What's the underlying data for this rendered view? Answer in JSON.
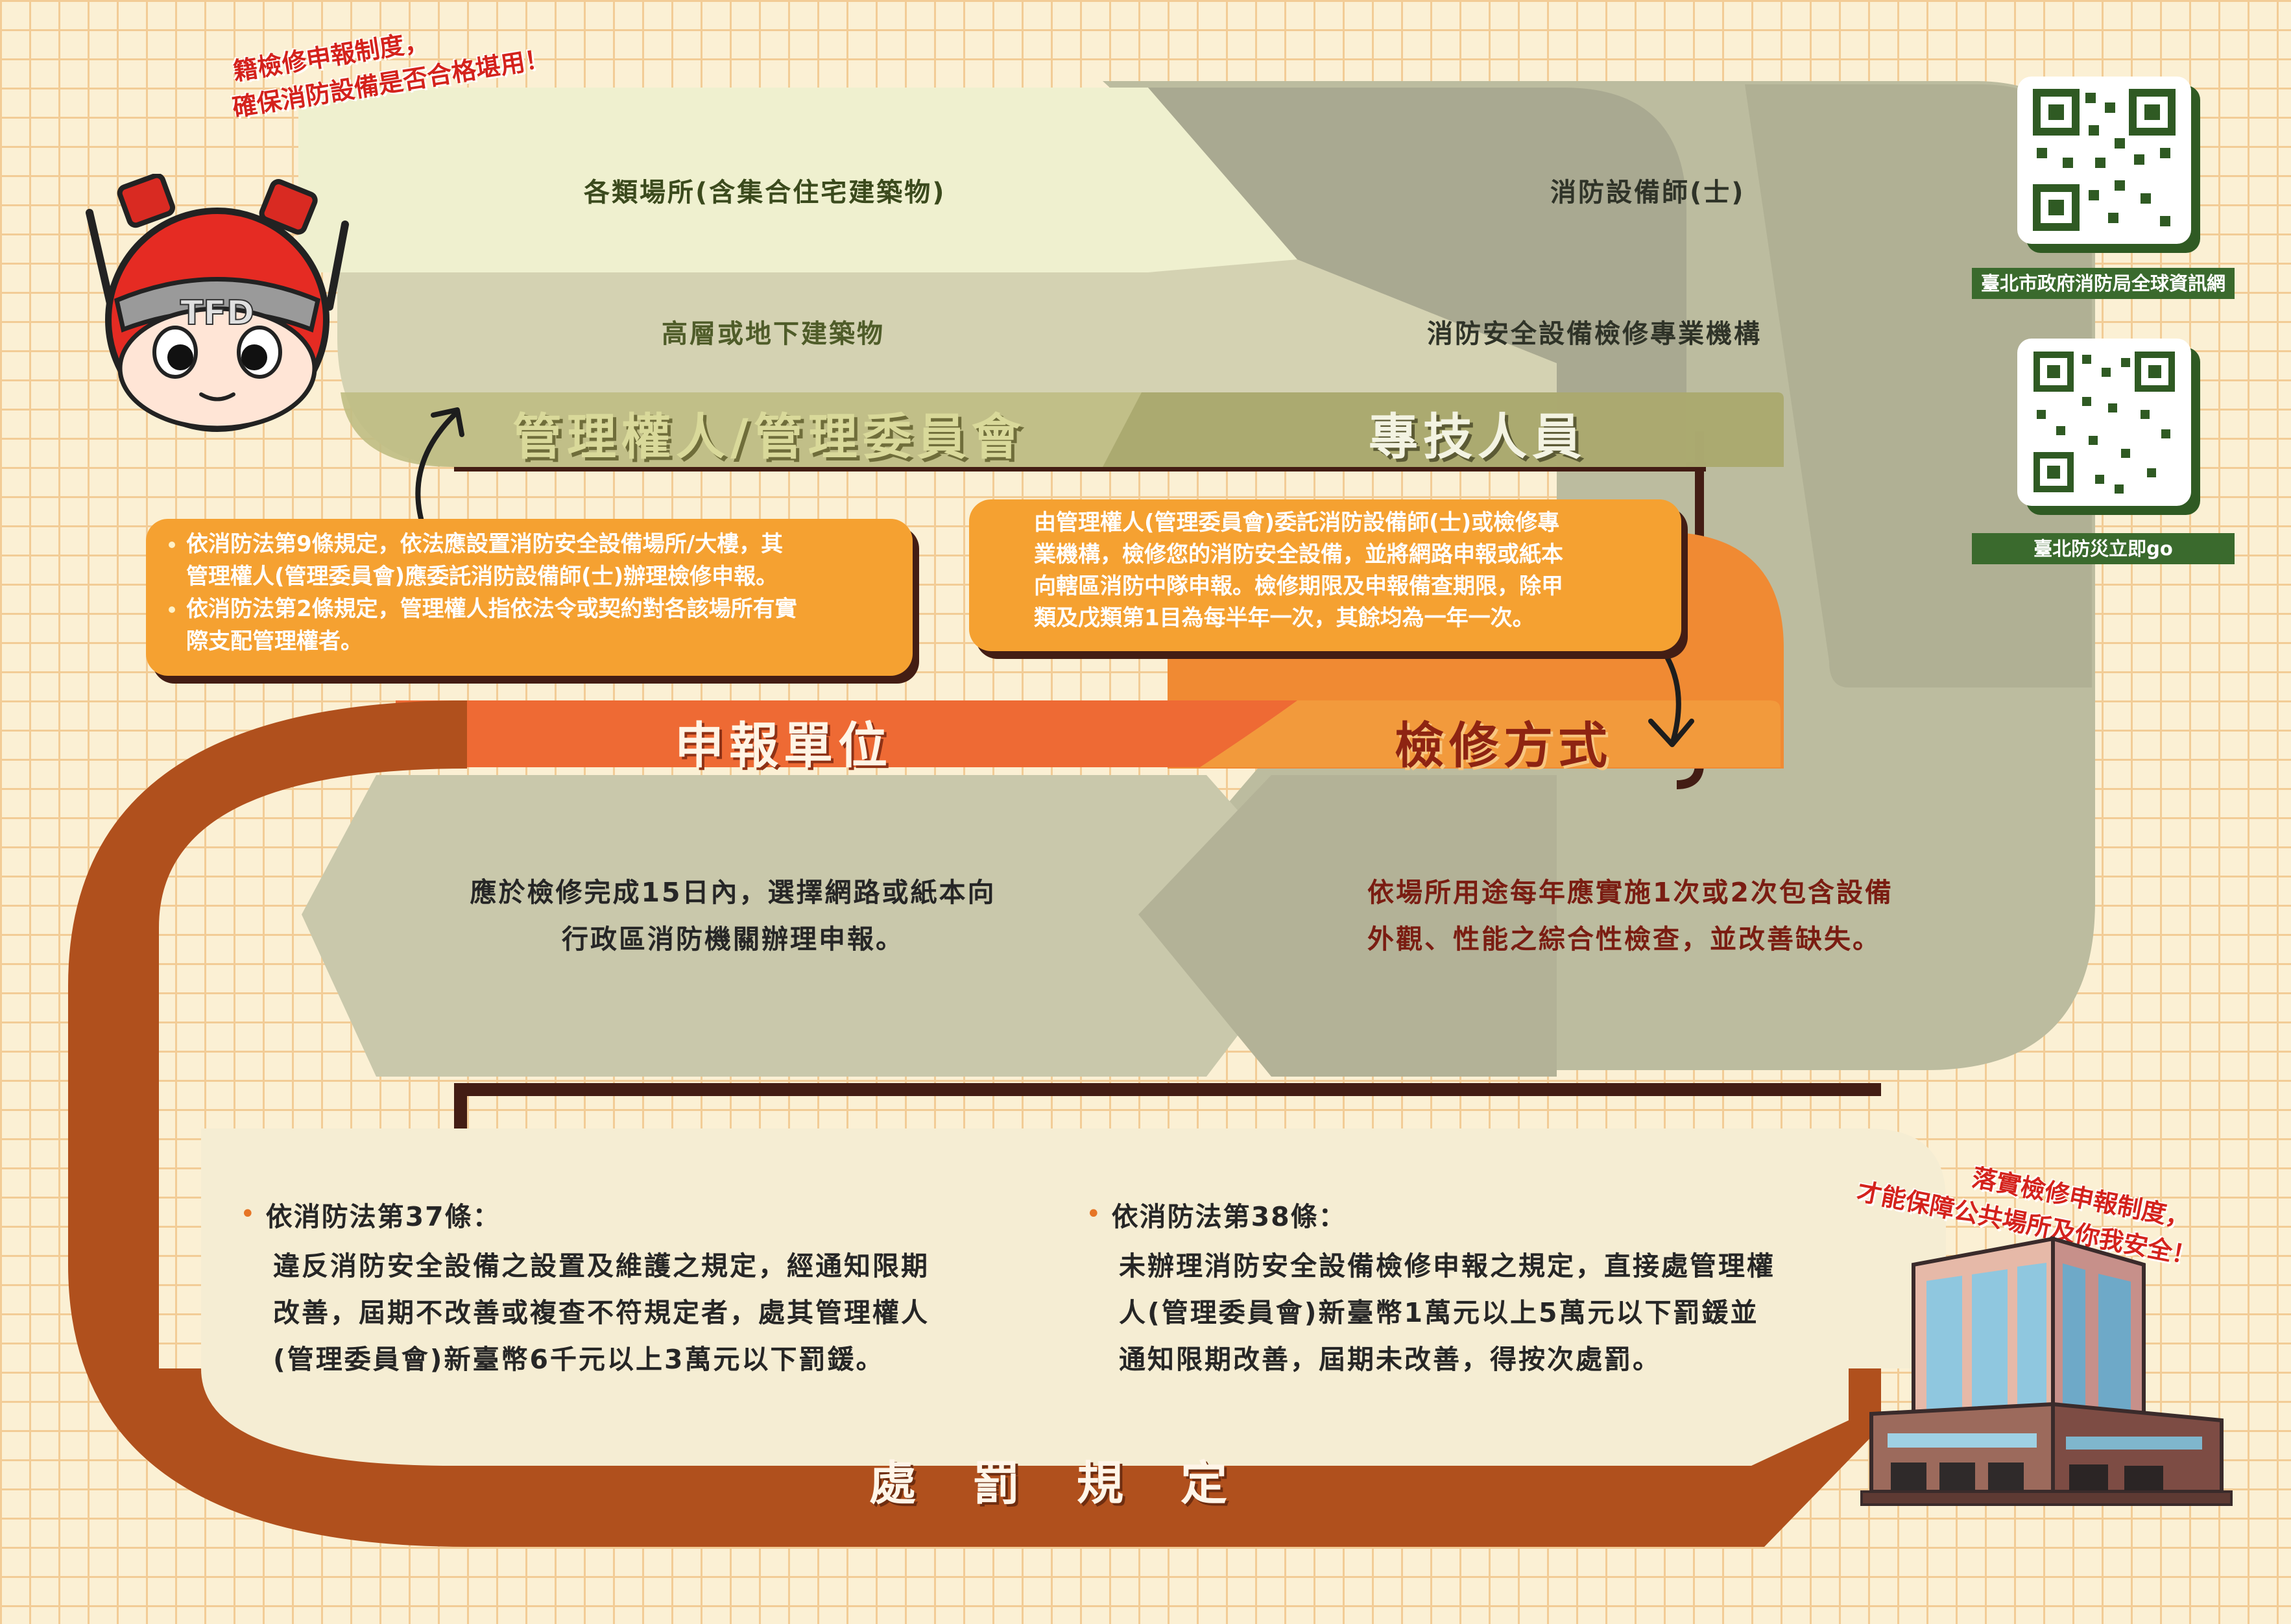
{
  "slogan_top": {
    "line1": "籍檢修申報制度，",
    "line2": "確保消防設備是否合格堪用！"
  },
  "slogan_bottom": {
    "line1": "落實檢修申報制度，",
    "line2": "才能保障公共場所及你我安全！"
  },
  "mascot": {
    "helmet_text": "TFD"
  },
  "upper_left": {
    "item1": "各類場所(含集合住宅建築物)",
    "item2": "高層或地下建築物",
    "title": "管理權人/管理委員會"
  },
  "upper_right": {
    "item1": "消防設備師(士)",
    "item2": "消防安全設備檢修專業機構",
    "title": "專技人員"
  },
  "left_box": {
    "items": [
      "依消防法第9條規定，依法應設置消防安全設備場所/大樓，其",
      "管理權人(管理委員會)應委託消防設備師(士)辦理檢修申報。",
      "依消防法第2條規定，管理權人指依法令或契約對各該場所有實",
      "際支配管理權者。"
    ]
  },
  "right_box": {
    "lines": [
      "由管理權人(管理委員會)委託消防設備師(士)或檢修專",
      "業機構，檢修您的消防安全設備，並將網路申報或紙本",
      "向轄區消防中隊申報。檢修期限及申報備查期限，除甲",
      "類及戊類第1目為每半年一次，其餘均為一年一次。"
    ]
  },
  "middle": {
    "left_title": "申報單位",
    "right_title": "檢修方式",
    "left_text": [
      "應於檢修完成15日內，選擇網路或紙本向",
      "行政區消防機關辦理申報。"
    ],
    "right_text": [
      "依場所用途每年應實施1次或2次包含設備",
      "外觀、性能之綜合性檢查，並改善缺失。"
    ]
  },
  "penalty": {
    "title": "處　罰　規　定",
    "art37": {
      "head": "依消防法第37條：",
      "lines": [
        "違反消防安全設備之設置及維護之規定，經通知限期",
        "改善，屆期不改善或複查不符規定者，處其管理權人",
        "(管理委員會)新臺幣6千元以上3萬元以下罰鍰。"
      ]
    },
    "art38": {
      "head": "依消防法第38條：",
      "lines": [
        "未辦理消防安全設備檢修申報之規定，直接處管理權",
        "人(管理委員會)新臺幣1萬元以上5萬元以下罰鍰並",
        "通知限期改善，屆期未改善，得按次處罰。"
      ]
    }
  },
  "qr": {
    "label1": "臺北市政府消防局全球資訊網",
    "label2": "臺北防災立即go"
  },
  "colors": {
    "olive": "#bebe9f",
    "khaki": "#d6d5b8",
    "orange": "#f5a131",
    "rust": "#b0501d",
    "dark_border": "#431d14",
    "title_red": "#7a1d12"
  }
}
